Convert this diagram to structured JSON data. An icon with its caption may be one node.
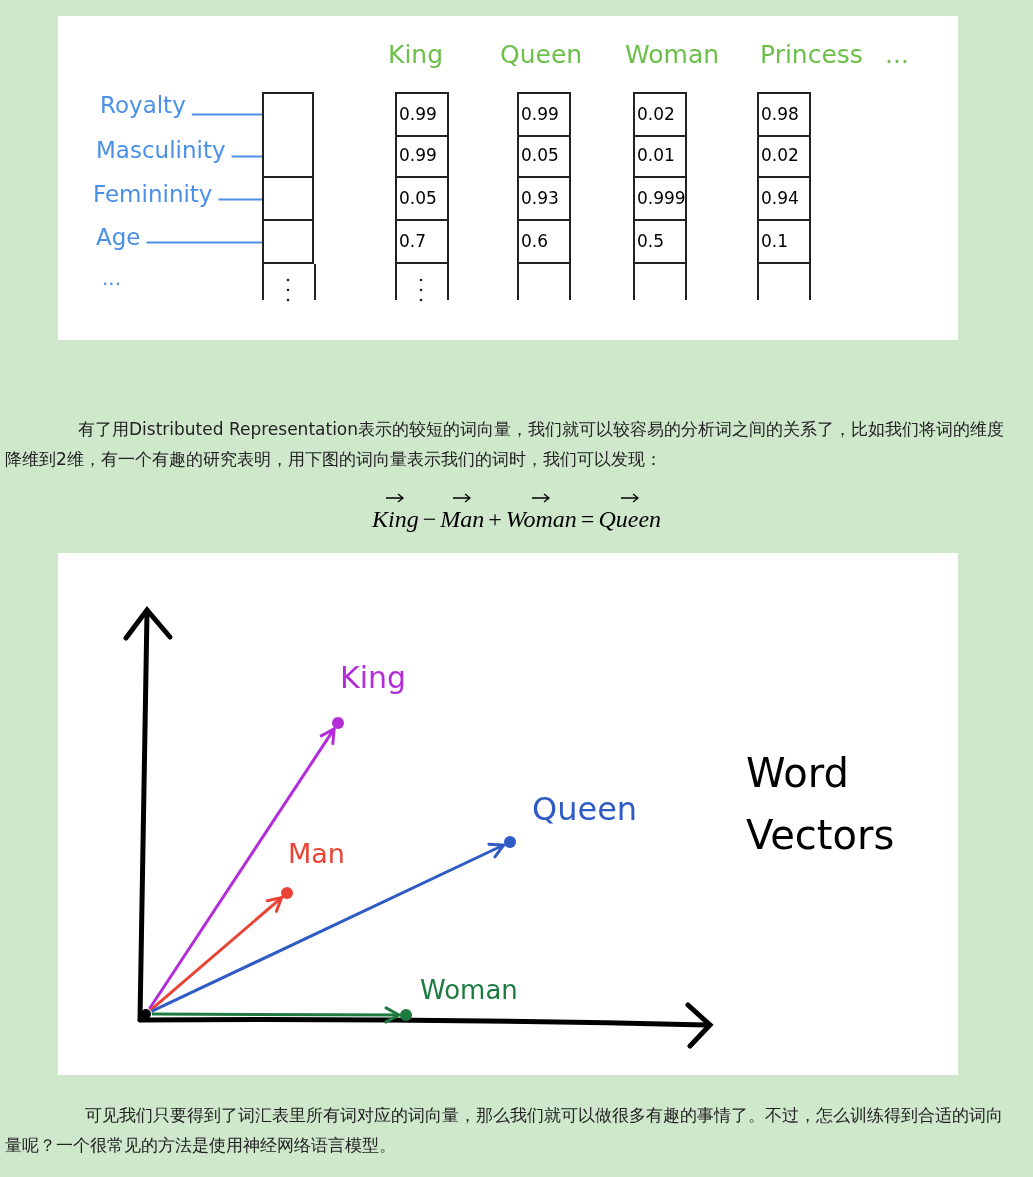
{
  "diagram": {
    "nodes": [
      {
        "text": [
          "Royalty"
        ]
      },
      {
        "text": [
          "Masculinity"
        ]
      },
      {
        "text": [
          "Femininity"
        ]
      },
      {
        "text": [
          "Age"
        ]
      },
      {
        "text": [],
        "shape": "box"
      },
      {
        "text": [],
        "shape": "box"
      },
      {
        "text": [],
        "shape": "box"
      },
      {
        "text": [],
        "shape": "box"
      },
      {
        "text": [],
        "shape": "circle",
        "beside": [
          "King"
        ]
      },
      {
        "text": [],
        "shape": "circle",
        "beside": [
          "Man"
        ]
      },
      {
        "text": [],
        "shape": "circle",
        "beside": [
          "Queen"
        ]
      },
      {
        "text": [],
        "shape": "circle",
        "beside": [
          "Woman"
        ]
      },
      {
        "text": [],
        "shape": "circle"
      }
    ],
    "edges": [
      {
        "from": 0,
        "to": 4,
        "arrow": "none"
      },
      {
        "from": 1,
        "to": 5,
        "arrow": "none"
      },
      {
        "from": 2,
        "to": 6,
        "arrow": "none"
      },
      {
        "from": 3,
        "to": 7,
        "arrow": "none"
      },
      {
        "from": 12,
        "to": 8,
        "arrow": "to",
        "color": "#b22cd8"
      },
      {
        "from": 12,
        "to": 9,
        "arrow": "to",
        "color": "#ea4335"
      },
      {
        "from": 12,
        "to": 10,
        "arrow": "to",
        "color": "#2f5bc4"
      },
      {
        "from": 12,
        "to": 11,
        "arrow": "to",
        "color": "#1e7b40"
      }
    ],
    "labels": [
      "King",
      "Queen",
      "Woman",
      "Princess",
      "...",
      "0.99",
      "0.99",
      "0.02",
      "0.98",
      "0.99",
      "0.05",
      "0.01",
      "0.02",
      "0.05",
      "0.93",
      "0.999",
      "0.94",
      "0.7",
      "0.6",
      "0.5",
      "0.1",
      "...",
      "有了用Distributed Representation表示的较短的词向量，我们就可以较容易的分析词之间的关系了，比如我们将词的维度降维到2维，有一个有趣的研究表明，用下图的词向量表示我们的词时，我们可以发现：",
      "King",
      "−",
      "Man",
      "+",
      "Woman",
      "=",
      "Queen",
      "Word Vectors",
      "可见我们只要得到了词汇表里所有词对应的词向量，那么我们就可以做很多有趣的事情了。不过，怎么训练得到合适的词向量呢？一个很常见的方法是使用神经网络语言模型。"
    ]
  }
}
